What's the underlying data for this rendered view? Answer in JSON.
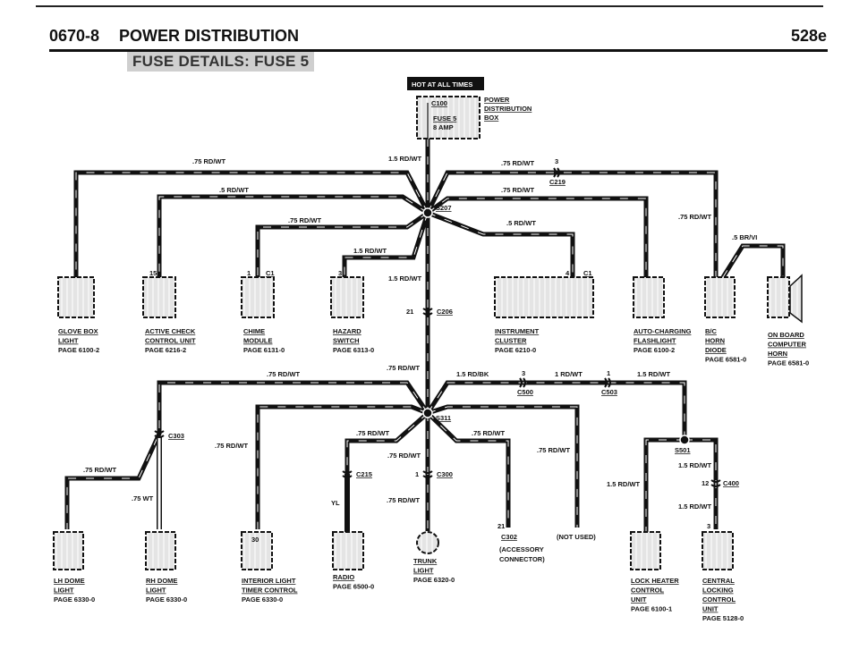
{
  "header": {
    "code": "0670-8",
    "title": "POWER DISTRIBUTION",
    "model": "528e",
    "subtitle": "FUSE DETAILS: FUSE 5"
  },
  "power": {
    "hot": "HOT AT ALL TIMES",
    "box": [
      "POWER",
      "DISTRIBUTION",
      "BOX"
    ],
    "connector": "C100",
    "fuse": "FUSE 5",
    "amp": "8 AMP"
  },
  "splices": {
    "s207": "S207",
    "s311": "S311",
    "s501": "S501"
  },
  "connectors": {
    "c219": {
      "id": "C219",
      "pin": "3"
    },
    "c206": {
      "id": "C206",
      "pin": "21"
    },
    "c1_chime": {
      "id": "C1",
      "pin": "1"
    },
    "c1_cluster": {
      "id": "C1",
      "pin": "4"
    },
    "c500": {
      "id": "C500",
      "pin": "3"
    },
    "c503": {
      "id": "C503",
      "pin": "1"
    },
    "c303": {
      "id": "C303"
    },
    "c215": {
      "id": "C215"
    },
    "c300": {
      "id": "C300",
      "pin": "1"
    },
    "c302": {
      "id": "C302",
      "pin": "21"
    },
    "c400": {
      "id": "C400",
      "pin": "12"
    }
  },
  "wires": {
    "trunk_top": "1.5 RD/WT",
    "glove": ".75 RD/WT",
    "acc": ".5 RD/WT",
    "chime": ".75 RD/WT",
    "hazard": "1.5 RD/WT",
    "trunk_mid": "1.5 RD/WT",
    "trunk_low": ".75 RD/WT",
    "c219": ".75 RD/WT",
    "autochg": ".75 RD/WT",
    "cluster": ".5 RD/WT",
    "bchorn": ".75 RD/WT",
    "obc": ".5 BR/VI",
    "dome_top": ".75 RD/WT",
    "lh_dome": ".75 RD/WT",
    "rh_dome": ".75 WT",
    "interior": ".75 RD/WT",
    "radio_top": ".75 RD/WT",
    "radio_low": "YL",
    "trunk_light_top": ".75 RD/WT",
    "trunk_light_low": ".75 RD/WT",
    "accessory": ".75 RD/WT",
    "not_used": ".75 RD/WT",
    "c500": "1.5 RD/BK",
    "c503": "1 RD/WT",
    "s501_feed": "1.5 RD/WT",
    "lock_heater": "1.5 RD/WT",
    "central_top": "1.5 RD/WT",
    "central_low": "1.5 RD/WT"
  },
  "components": [
    {
      "name": [
        "GLOVE BOX",
        "LIGHT"
      ],
      "page": "PAGE 6100-2"
    },
    {
      "name": [
        "ACTIVE CHECK",
        "CONTROL UNIT"
      ],
      "page": "PAGE 6216-2",
      "pin": "15"
    },
    {
      "name": [
        "CHIME",
        "MODULE"
      ],
      "page": "PAGE 6131-0"
    },
    {
      "name": [
        "HAZARD",
        "SWITCH"
      ],
      "page": "PAGE 6313-0",
      "pin": "3"
    },
    {
      "name": [
        "INSTRUMENT",
        "CLUSTER"
      ],
      "page": "PAGE 6210-0"
    },
    {
      "name": [
        "AUTO-CHARGING",
        "FLASHLIGHT"
      ],
      "page": "PAGE 6100-2"
    },
    {
      "name": [
        "B/C",
        "HORN",
        "DIODE"
      ],
      "page": "PAGE 6581-0"
    },
    {
      "name": [
        "ON BOARD",
        "COMPUTER",
        "HORN"
      ],
      "page": "PAGE 6581-0"
    },
    {
      "name": [
        "LH DOME",
        "LIGHT"
      ],
      "page": "PAGE 6330-0"
    },
    {
      "name": [
        "RH DOME",
        "LIGHT"
      ],
      "page": "PAGE 6330-0"
    },
    {
      "name": [
        "INTERIOR LIGHT",
        "TIMER CONTROL"
      ],
      "page": "PAGE 6330-0",
      "pin": "30"
    },
    {
      "name": [
        "RADIO"
      ],
      "page": "PAGE 6500-0"
    },
    {
      "name": [
        "TRUNK",
        "LIGHT"
      ],
      "page": "PAGE 6320-0"
    },
    {
      "name": [
        "LOCK HEATER",
        "CONTROL",
        "UNIT"
      ],
      "page": "PAGE 6100-1"
    },
    {
      "name": [
        "CENTRAL",
        "LOCKING",
        "CONTROL",
        "UNIT"
      ],
      "page": "PAGE 5128-0",
      "pin": "3"
    }
  ],
  "accessory_connector": [
    "(ACCESSORY",
    "CONNECTOR)"
  ],
  "not_used": "(NOT USED)"
}
